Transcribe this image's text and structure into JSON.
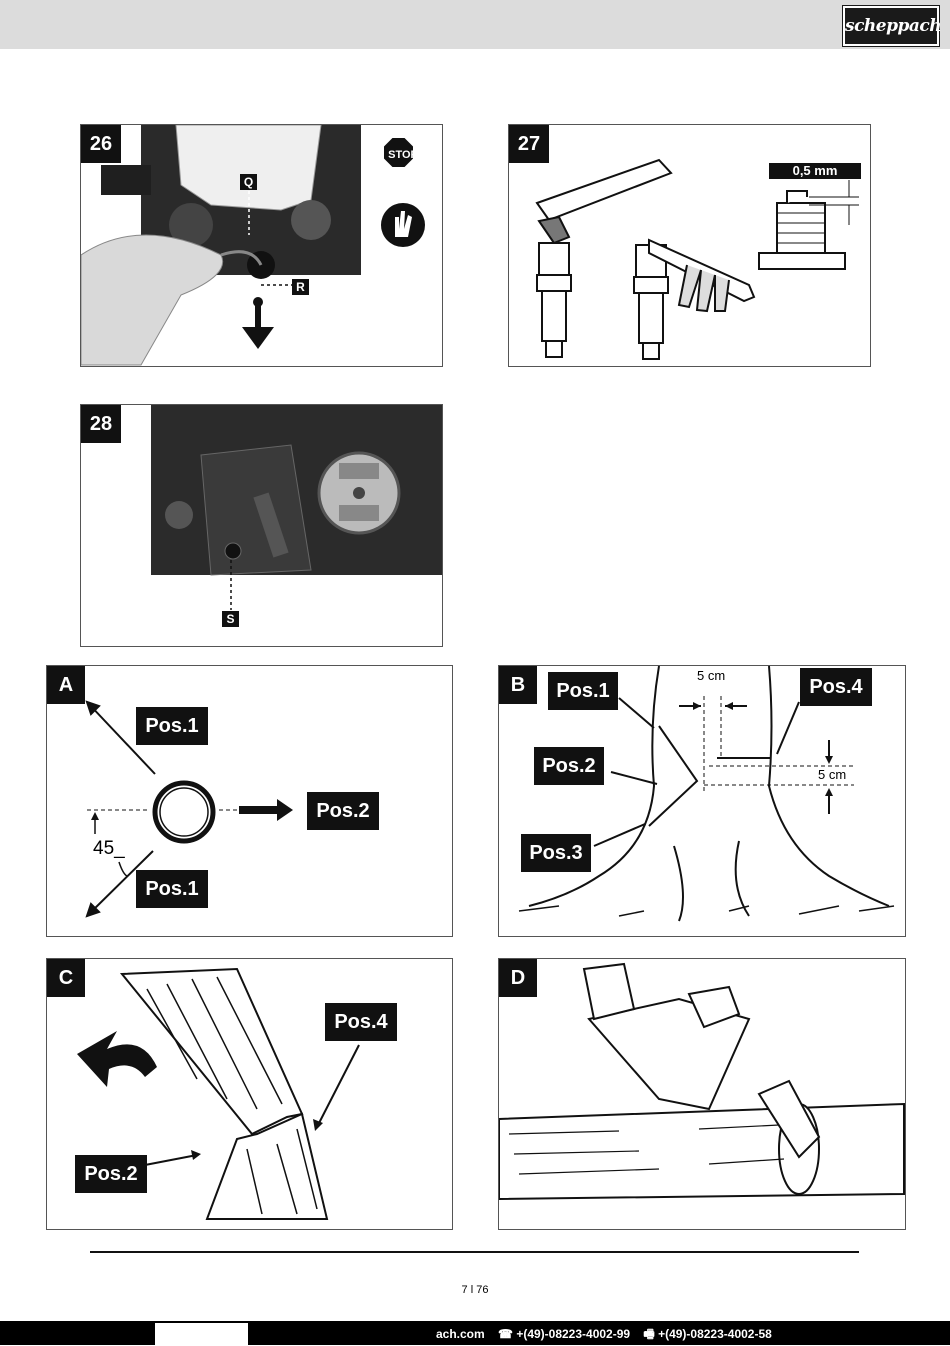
{
  "header": {
    "brand": "scheppach"
  },
  "figures": {
    "f26": {
      "number": "26",
      "stop_sign": "STOP",
      "label_q": "Q",
      "label_r": "R"
    },
    "f27": {
      "number": "27",
      "gap": "0,5 mm"
    },
    "f28": {
      "number": "28",
      "label_s": "S"
    },
    "fA": {
      "letter": "A",
      "pos1_top": "Pos.1",
      "pos2": "Pos.2",
      "pos1_bottom": "Pos.1",
      "angle": "45_"
    },
    "fB": {
      "letter": "B",
      "pos1": "Pos.1",
      "pos2": "Pos.2",
      "pos3": "Pos.3",
      "pos4": "Pos.4",
      "dim_top": "5 cm",
      "dim_right": "5 cm"
    },
    "fC": {
      "letter": "C",
      "pos4": "Pos.4",
      "pos2": "Pos.2"
    },
    "fD": {
      "letter": "D"
    }
  },
  "page": {
    "number": "7 l 76"
  },
  "footer": {
    "web": "ach.com",
    "phone": "☎ +(49)-08223-4002-99",
    "fax": "🖷 +(49)-08223-4002-58"
  }
}
